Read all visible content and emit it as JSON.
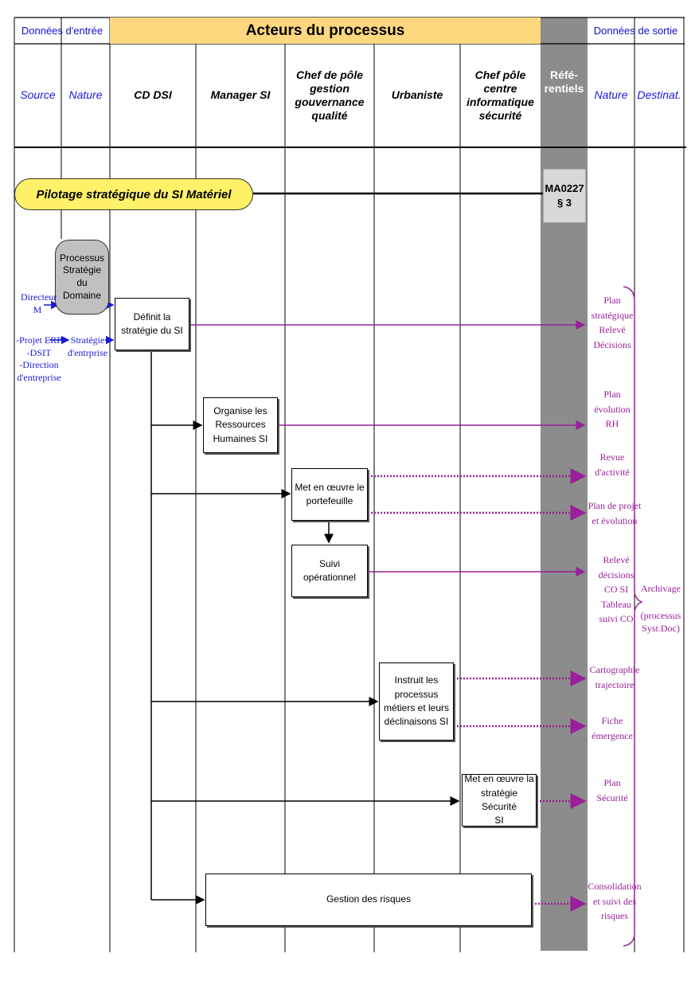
{
  "header": {
    "inputs": "Données d'entrée",
    "actors": "Acteurs du processus",
    "outputs": "Données de sortie"
  },
  "columns": {
    "source": "Source",
    "nature_in": "Nature",
    "cd_dsi": "CD DSI",
    "manager_si": "Manager SI",
    "chef_gouv": "Chef de pôle\ngestion\ngouvernance\nqualité",
    "urbaniste": "Urbaniste",
    "chef_secu": "Chef pôle\ncentre\ninformatique\nsécurité",
    "referentiels": "Réfé-\nrentiels",
    "nature_out": "Nature",
    "destination": "Destinat."
  },
  "phase": {
    "title": "Pilotage stratégique du SI Matériel",
    "ref": "MA0227\n§ 3"
  },
  "process_box": "Processus\nStratégie\ndu\nDomaine",
  "inputs": {
    "source_1": "Directeur\nM",
    "source_2": "-Projet ERP\n-DSIT\n-Direction\nd'entreprise",
    "nature_1": "Stratégie\nd'entrprise"
  },
  "activities": {
    "a1": "Définit la\nstratégie du SI",
    "a2": "Organise les\nRessources\nHumaines SI",
    "a3": "Met en œuvre le\nportefeuille",
    "a4": "Suivi\nopérationnel",
    "a5": "Instruit les\nprocessus\nmétiers et leurs\ndéclinaisons SI",
    "a6": "Met en œuvre la\nstratégie Sécurité\nSI",
    "a7": "Gestion des risques"
  },
  "outputs": {
    "o1": "Plan\nstratégique\nRelevé\nDécisions",
    "o2": "Plan\névolution\nRH",
    "o3": "Revue\nd'activité",
    "o4": "Plan de projet\net évolution",
    "o5": "Relevé\ndécisions\nCO SI\nTableau\nsuivi CO",
    "o6": "Cartographie\ntrajectoire",
    "o7": "Fiche\némergence",
    "o8": "Plan\nSécurité",
    "o9": "Consolidation\net suivi des\nrisques"
  },
  "archive": "Archivage\n\n(processus\nSyst.Doc)",
  "colors": {
    "actors_band": "#ffd77e",
    "phase_fill": "#fff168",
    "referentiels_band": "#8c8c8c",
    "input_text": "#1a1ad8",
    "output_text": "#9a1f9a"
  }
}
